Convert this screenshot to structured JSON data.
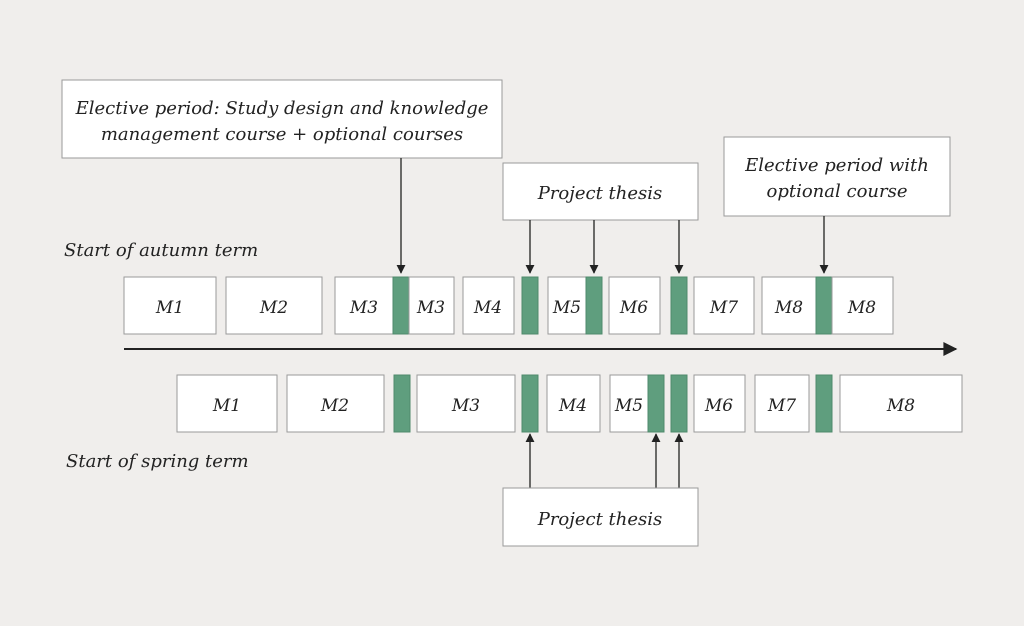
{
  "labels": {
    "autumn_start": "Start of autumn term",
    "spring_start": "Start of spring term"
  },
  "callouts": {
    "elective_study_design": {
      "line1": "Elective period: Study design and knowledge",
      "line2": "management course + optional courses"
    },
    "project_thesis_top": "Project thesis",
    "elective_optional": {
      "line1": "Elective period with",
      "line2": "optional course"
    },
    "project_thesis_bottom": "Project thesis"
  },
  "autumn_modules": [
    "M1",
    "M2",
    "M3",
    "M3",
    "M4",
    "M5",
    "M6",
    "M7",
    "M8",
    "M8"
  ],
  "spring_modules": [
    "M1",
    "M2",
    "M3",
    "M4",
    "M5",
    "M6",
    "M7",
    "M8"
  ],
  "colors": {
    "background": "#f0eeec",
    "bar": "#5f9e7e",
    "box_border": "#9a9a9a",
    "text": "#222222"
  }
}
